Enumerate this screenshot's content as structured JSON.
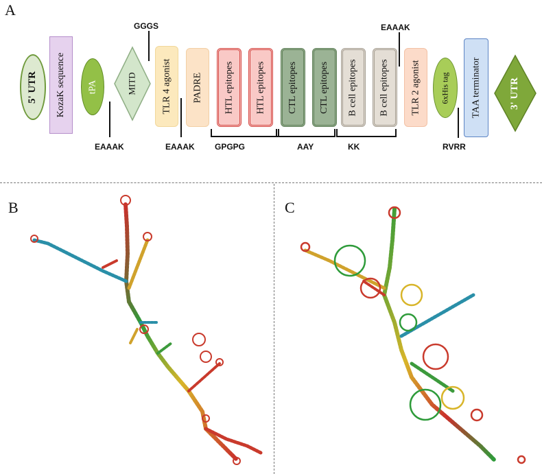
{
  "panels": {
    "a": "A",
    "b": "B",
    "c": "C"
  },
  "construct": {
    "utr5": "5' UTR",
    "kozak": "KozaK sequence",
    "tpa": "tPA",
    "mitd": "MITD",
    "tlr4": "TLR 4 agonist",
    "padre": "PADRE",
    "htl1": "HTL epitopes",
    "htl2": "HTL epitopes",
    "ctl1": "CTL epitopes",
    "ctl2": "CTL epitopes",
    "bcell1": "B cell epitopes",
    "bcell2": "B cell epitopes",
    "tlr2": "TLR 2 agonist",
    "his": "6xHis tag",
    "taa": "TAA terminator",
    "utr3": "3' UTR"
  },
  "linkers": {
    "eaaak1": "EAAAK",
    "gggs": "GGGS",
    "eaaak2": "EAAAK",
    "gpgpg": "GPGPG",
    "aay": "AAY",
    "kk": "KK",
    "eaaak3": "EAAAK",
    "rvrr": "RVRR"
  },
  "colors": {
    "utr": "#7fa83a",
    "kozak": "#e2c8ec",
    "tpa": "#8fbf3f",
    "mitd": "#cfe3c6",
    "tlr4": "#fbe7b8",
    "padre": "#fbe0c1",
    "htl": "#f7c2c0",
    "ctl": "#94ad8e",
    "bcell": "#e2dcd3",
    "tlr2": "#fbd7c4",
    "his": "#a9cc5a",
    "taa": "#c7d9f2"
  }
}
